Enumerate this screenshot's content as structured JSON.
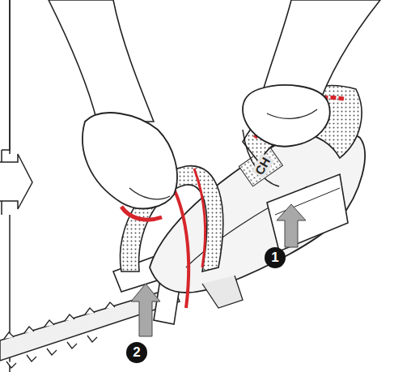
{
  "diagram": {
    "labels": [
      "1",
      "2",
      "CH"
    ]
  }
}
